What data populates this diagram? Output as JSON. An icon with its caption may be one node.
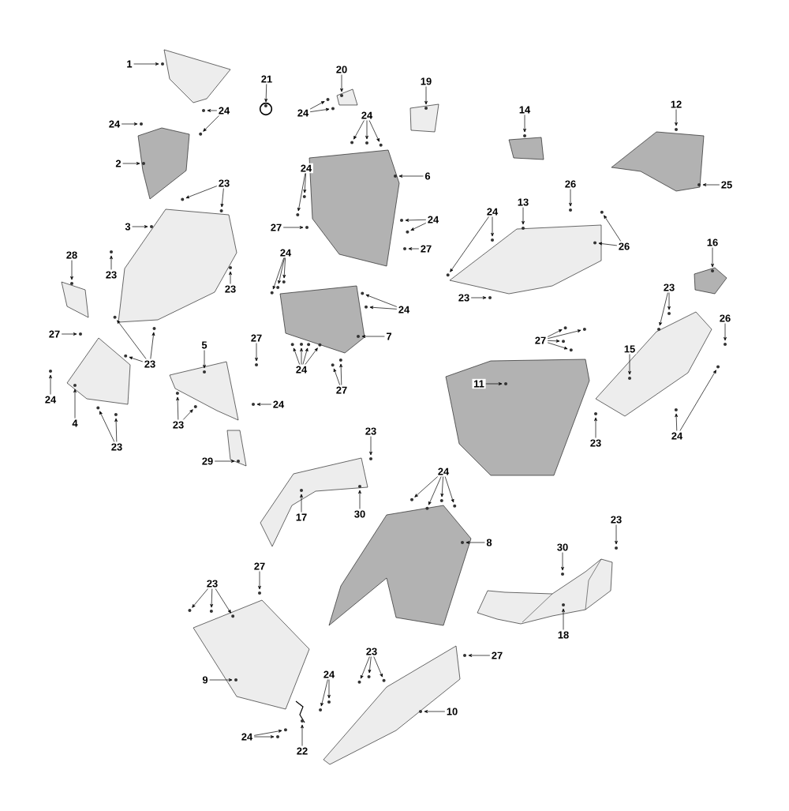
{
  "diagram": {
    "nodes": [
      {
        "text": [
          "1"
        ]
      },
      {
        "text": [
          "20"
        ]
      },
      {
        "text": [
          "21"
        ]
      },
      {
        "text": [
          "19"
        ]
      },
      {
        "text": [
          "12"
        ]
      },
      {
        "text": [
          "14"
        ]
      },
      {
        "text": [
          "24"
        ]
      },
      {
        "text": [
          "24"
        ]
      },
      {
        "text": [
          "24"
        ]
      },
      {
        "text": [
          "24"
        ]
      },
      {
        "text": [
          "2"
        ]
      },
      {
        "text": [
          "24"
        ]
      },
      {
        "text": [
          "6"
        ]
      },
      {
        "text": [
          "23"
        ]
      },
      {
        "text": [
          "26"
        ]
      },
      {
        "text": [
          "25"
        ]
      },
      {
        "text": [
          "13"
        ]
      },
      {
        "text": [
          "24"
        ]
      },
      {
        "text": [
          "24"
        ]
      },
      {
        "text": [
          "3"
        ]
      },
      {
        "text": [
          "27"
        ]
      },
      {
        "text": [
          "16"
        ]
      },
      {
        "text": [
          "26"
        ]
      },
      {
        "text": [
          "27"
        ]
      },
      {
        "text": [
          "24"
        ]
      },
      {
        "text": [
          "28"
        ]
      },
      {
        "text": [
          "23"
        ]
      },
      {
        "text": [
          "23"
        ]
      },
      {
        "text": [
          "23"
        ]
      },
      {
        "text": [
          "23"
        ]
      },
      {
        "text": [
          "24"
        ]
      },
      {
        "text": [
          "26"
        ]
      },
      {
        "text": [
          "27"
        ]
      },
      {
        "text": [
          "7"
        ]
      },
      {
        "text": [
          "27"
        ]
      },
      {
        "text": [
          "27"
        ]
      },
      {
        "text": [
          "5"
        ]
      },
      {
        "text": [
          "15"
        ]
      },
      {
        "text": [
          "23"
        ]
      },
      {
        "text": [
          "24"
        ]
      },
      {
        "text": [
          "11"
        ]
      },
      {
        "text": [
          "27"
        ]
      },
      {
        "text": [
          "24"
        ]
      },
      {
        "text": [
          "24"
        ]
      },
      {
        "text": [
          "4"
        ]
      },
      {
        "text": [
          "23"
        ]
      },
      {
        "text": [
          "23"
        ]
      },
      {
        "text": [
          "24"
        ]
      },
      {
        "text": [
          "23"
        ]
      },
      {
        "text": [
          "23"
        ]
      },
      {
        "text": [
          "29"
        ]
      },
      {
        "text": [
          "24"
        ]
      },
      {
        "text": [
          "30"
        ]
      },
      {
        "text": [
          "17"
        ]
      },
      {
        "text": [
          "23"
        ]
      },
      {
        "text": [
          "8"
        ]
      },
      {
        "text": [
          "30"
        ]
      },
      {
        "text": [
          "27"
        ]
      },
      {
        "text": [
          "23"
        ]
      },
      {
        "text": [
          "18"
        ]
      },
      {
        "text": [
          "23"
        ]
      },
      {
        "text": [
          "27"
        ]
      },
      {
        "text": [
          "24"
        ]
      },
      {
        "text": [
          "9"
        ]
      },
      {
        "text": [
          "10"
        ]
      },
      {
        "text": [
          "24"
        ]
      },
      {
        "text": [
          "22"
        ]
      }
    ],
    "edges": [
      {
        "from": 0,
        "to": null,
        "arrow": "to"
      },
      {
        "from": 1,
        "to": null,
        "arrow": "to"
      },
      {
        "from": 2,
        "to": null,
        "arrow": "to"
      },
      {
        "from": 3,
        "to": null,
        "arrow": "to"
      },
      {
        "from": 4,
        "to": null,
        "arrow": "to"
      },
      {
        "from": 5,
        "to": null,
        "arrow": "to"
      },
      {
        "from": 6,
        "to": null,
        "arrow": "to"
      },
      {
        "from": 6,
        "to": null,
        "arrow": "to"
      },
      {
        "from": 7,
        "to": null,
        "arrow": "to"
      },
      {
        "from": 7,
        "to": null,
        "arrow": "to"
      },
      {
        "from": 8,
        "to": null,
        "arrow": "to"
      },
      {
        "from": 8,
        "to": null,
        "arrow": "to"
      },
      {
        "from": 8,
        "to": null,
        "arrow": "to"
      },
      {
        "from": 9,
        "to": null,
        "arrow": "to"
      },
      {
        "from": 10,
        "to": null,
        "arrow": "to"
      },
      {
        "from": 11,
        "to": null,
        "arrow": "to"
      },
      {
        "from": 11,
        "to": null,
        "arrow": "to"
      },
      {
        "from": 12,
        "to": null,
        "arrow": "to"
      },
      {
        "from": 13,
        "to": null,
        "arrow": "to"
      },
      {
        "from": 13,
        "to": null,
        "arrow": "to"
      },
      {
        "from": 14,
        "to": null,
        "arrow": "to"
      },
      {
        "from": 15,
        "to": null,
        "arrow": "to"
      },
      {
        "from": 16,
        "to": null,
        "arrow": "to"
      },
      {
        "from": 17,
        "to": null,
        "arrow": "to"
      },
      {
        "from": 17,
        "to": null,
        "arrow": "to"
      },
      {
        "from": 18,
        "to": null,
        "arrow": "to"
      },
      {
        "from": 18,
        "to": null,
        "arrow": "to"
      },
      {
        "from": 19,
        "to": null,
        "arrow": "to"
      },
      {
        "from": 20,
        "to": null,
        "arrow": "to"
      },
      {
        "from": 21,
        "to": null,
        "arrow": "to"
      },
      {
        "from": 22,
        "to": null,
        "arrow": "to"
      },
      {
        "from": 22,
        "to": null,
        "arrow": "to"
      },
      {
        "from": 23,
        "to": null,
        "arrow": "to"
      },
      {
        "from": 24,
        "to": null,
        "arrow": "to"
      },
      {
        "from": 24,
        "to": null,
        "arrow": "to"
      },
      {
        "from": 24,
        "to": null,
        "arrow": "to"
      },
      {
        "from": 25,
        "to": null,
        "arrow": "to"
      },
      {
        "from": 26,
        "to": null,
        "arrow": "to"
      },
      {
        "from": 27,
        "to": null,
        "arrow": "to"
      },
      {
        "from": 27,
        "to": null,
        "arrow": "to"
      },
      {
        "from": 28,
        "to": null,
        "arrow": "to"
      },
      {
        "from": 29,
        "to": null,
        "arrow": "to"
      },
      {
        "from": 30,
        "to": null,
        "arrow": "to"
      },
      {
        "from": 30,
        "to": null,
        "arrow": "to"
      },
      {
        "from": 31,
        "to": null,
        "arrow": "to"
      },
      {
        "from": 32,
        "to": null,
        "arrow": "to"
      },
      {
        "from": 33,
        "to": null,
        "arrow": "to"
      },
      {
        "from": 34,
        "to": null,
        "arrow": "to"
      },
      {
        "from": 35,
        "to": null,
        "arrow": "to"
      },
      {
        "from": 35,
        "to": null,
        "arrow": "to"
      },
      {
        "from": 35,
        "to": null,
        "arrow": "to"
      },
      {
        "from": 35,
        "to": null,
        "arrow": "to"
      },
      {
        "from": 36,
        "to": null,
        "arrow": "to"
      },
      {
        "from": 37,
        "to": null,
        "arrow": "to"
      },
      {
        "from": 38,
        "to": null,
        "arrow": "to"
      },
      {
        "from": 38,
        "to": null,
        "arrow": "to"
      },
      {
        "from": 38,
        "to": null,
        "arrow": "to"
      },
      {
        "from": 39,
        "to": null,
        "arrow": "to"
      },
      {
        "from": 39,
        "to": null,
        "arrow": "to"
      },
      {
        "from": 39,
        "to": null,
        "arrow": "to"
      },
      {
        "from": 39,
        "to": null,
        "arrow": "to"
      },
      {
        "from": 40,
        "to": null,
        "arrow": "to"
      },
      {
        "from": 41,
        "to": null,
        "arrow": "to"
      },
      {
        "from": 41,
        "to": null,
        "arrow": "to"
      },
      {
        "from": 42,
        "to": null,
        "arrow": "to"
      },
      {
        "from": 43,
        "to": null,
        "arrow": "to"
      },
      {
        "from": 44,
        "to": null,
        "arrow": "to"
      },
      {
        "from": 45,
        "to": null,
        "arrow": "to"
      },
      {
        "from": 45,
        "to": null,
        "arrow": "to"
      },
      {
        "from": 46,
        "to": null,
        "arrow": "to"
      },
      {
        "from": 47,
        "to": null,
        "arrow": "to"
      },
      {
        "from": 47,
        "to": null,
        "arrow": "to"
      },
      {
        "from": 48,
        "to": null,
        "arrow": "to"
      },
      {
        "from": 49,
        "to": null,
        "arrow": "to"
      },
      {
        "from": 49,
        "to": null,
        "arrow": "to"
      },
      {
        "from": 50,
        "to": null,
        "arrow": "to"
      },
      {
        "from": 51,
        "to": null,
        "arrow": "to"
      },
      {
        "from": 51,
        "to": null,
        "arrow": "to"
      },
      {
        "from": 51,
        "to": null,
        "arrow": "to"
      },
      {
        "from": 51,
        "to": null,
        "arrow": "to"
      },
      {
        "from": 52,
        "to": null,
        "arrow": "to"
      },
      {
        "from": 53,
        "to": null,
        "arrow": "to"
      },
      {
        "from": 54,
        "to": null,
        "arrow": "to"
      },
      {
        "from": 55,
        "to": null,
        "arrow": "to"
      },
      {
        "from": 56,
        "to": null,
        "arrow": "to"
      },
      {
        "from": 57,
        "to": null,
        "arrow": "to"
      },
      {
        "from": 58,
        "to": null,
        "arrow": "to"
      },
      {
        "from": 58,
        "to": null,
        "arrow": "to"
      },
      {
        "from": 58,
        "to": null,
        "arrow": "to"
      },
      {
        "from": 59,
        "to": null,
        "arrow": "to"
      },
      {
        "from": 60,
        "to": null,
        "arrow": "to"
      },
      {
        "from": 60,
        "to": null,
        "arrow": "to"
      },
      {
        "from": 60,
        "to": null,
        "arrow": "to"
      },
      {
        "from": 61,
        "to": null,
        "arrow": "to"
      },
      {
        "from": 62,
        "to": null,
        "arrow": "to"
      },
      {
        "from": 62,
        "to": null,
        "arrow": "to"
      },
      {
        "from": 63,
        "to": null,
        "arrow": "to"
      },
      {
        "from": 64,
        "to": null,
        "arrow": "to"
      },
      {
        "from": 65,
        "to": null,
        "arrow": "to"
      },
      {
        "from": 65,
        "to": null,
        "arrow": "to"
      },
      {
        "from": 66,
        "to": null,
        "arrow": "to"
      }
    ]
  }
}
